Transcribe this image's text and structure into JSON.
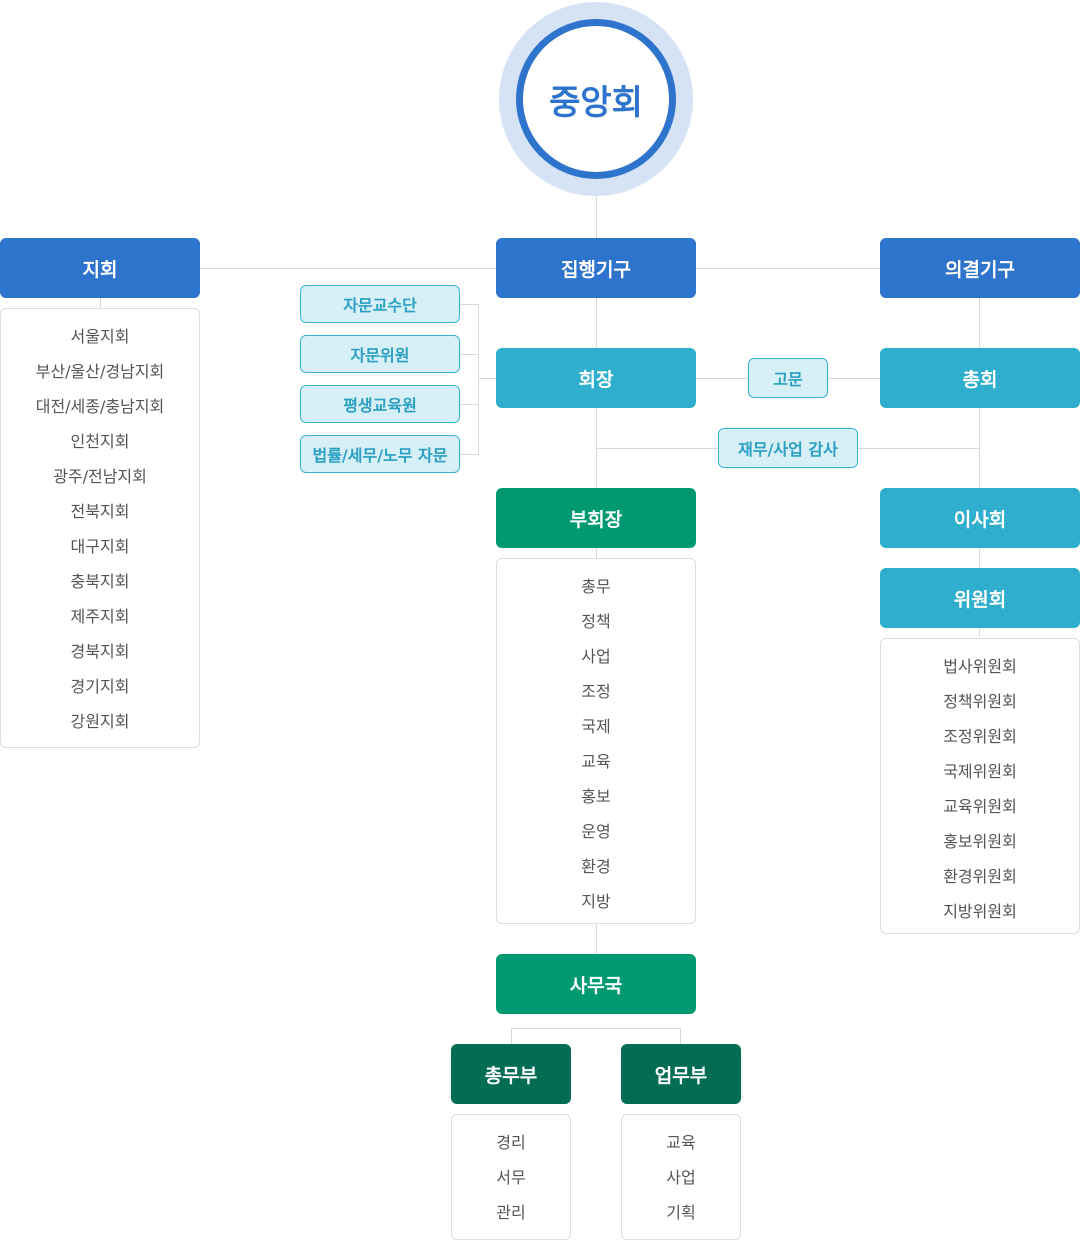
{
  "central": {
    "label": "중앙회"
  },
  "branch": {
    "label": "지회",
    "items": [
      "서울지회",
      "부산/울산/경남지회",
      "대전/세종/충남지회",
      "인천지회",
      "광주/전남지회",
      "전북지회",
      "대구지회",
      "충북지회",
      "제주지회",
      "경북지회",
      "경기지회",
      "강원지회"
    ]
  },
  "executive": {
    "label": "집행기구"
  },
  "legislative": {
    "label": "의결기구"
  },
  "advisory": [
    "자문교수단",
    "자문위원",
    "평생교육원",
    "법률/세무/노무 자문"
  ],
  "president": {
    "label": "회장"
  },
  "counsel": {
    "label": "고문"
  },
  "assembly": {
    "label": "총회"
  },
  "audit": {
    "label": "재무/사업 감사"
  },
  "vice_president": {
    "label": "부회장",
    "items": [
      "총무",
      "정책",
      "사업",
      "조정",
      "국제",
      "교육",
      "홍보",
      "운영",
      "환경",
      "지방"
    ]
  },
  "board": {
    "label": "이사회"
  },
  "committee": {
    "label": "위원회",
    "items": [
      "법사위원회",
      "정책위원회",
      "조정위원회",
      "국제위원회",
      "교육위원회",
      "홍보위원회",
      "환경위원회",
      "지방위원회"
    ]
  },
  "secretariat": {
    "label": "사무국"
  },
  "general_affairs": {
    "label": "총무부",
    "items": [
      "경리",
      "서무",
      "관리"
    ]
  },
  "operations": {
    "label": "업무부",
    "items": [
      "교육",
      "사업",
      "기획"
    ]
  },
  "colors": {
    "primary_blue": "#2f74cc",
    "teal": "#2fafcd",
    "green": "#009972",
    "dark_green": "#036c54",
    "pill_bg": "#d7f0f7"
  }
}
